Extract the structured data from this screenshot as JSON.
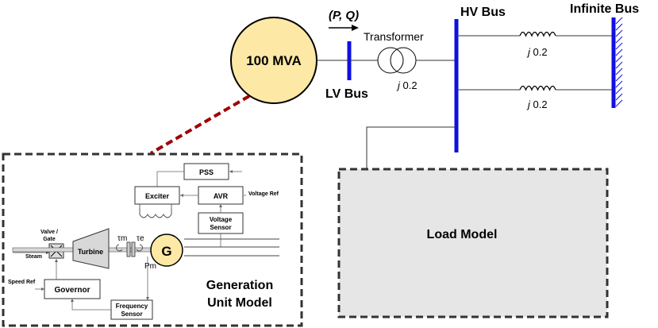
{
  "generator": {
    "rating": "100 MVA"
  },
  "power_flow": {
    "label": "(P, Q)"
  },
  "lv_bus": {
    "label": "LV Bus"
  },
  "transformer": {
    "label": "Transformer",
    "impedance": "0.2"
  },
  "hv_bus": {
    "label": "HV Bus"
  },
  "infinite_bus": {
    "label": "Infinite Bus"
  },
  "lines": [
    {
      "impedance": "0.2"
    },
    {
      "impedance": "0.2"
    }
  ],
  "imag_unit": "j",
  "load_model": {
    "label": "Load Model"
  },
  "generation_unit": {
    "title_line1": "Generation",
    "title_line2": "Unit Model",
    "pss": "PSS",
    "exciter": "Exciter",
    "avr": "AVR",
    "voltage_ref": "Voltage Ref",
    "voltage_sensor_line1": "Voltage",
    "voltage_sensor_line2": "Sensor",
    "valve_line1": "Valve /",
    "valve_line2": "Gate",
    "steam": "Steam",
    "turbine": "Turbine",
    "tau_m": "τm",
    "tau_e": "τe",
    "p_m": "Pm",
    "generator_symbol": "G",
    "speed_ref": "Speed Ref",
    "governor": "Governor",
    "frequency_sensor_line1": "Frequency",
    "frequency_sensor_line2": "Sensor"
  },
  "colors": {
    "generator_fill": "#fde8a6",
    "bus_blue": "#1010e0",
    "connector_red": "#a00000",
    "load_fill": "#e6e6e6",
    "dashed_border": "#333333"
  }
}
